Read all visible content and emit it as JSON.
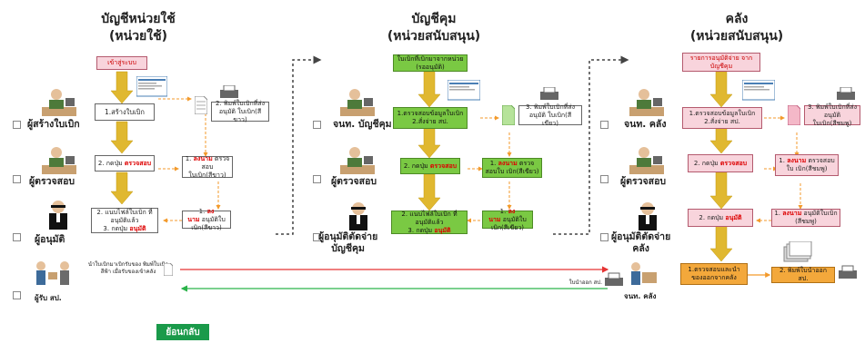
{
  "columns": [
    {
      "title": "บัญชีหน่วยใช้",
      "subtitle": "(หน่วยใช้)"
    },
    {
      "title": "บัญชีคุม",
      "subtitle": "(หน่วยสนับสนุน)"
    },
    {
      "title": "คลัง",
      "subtitle": "(หน่วยสนับสนุน)"
    }
  ],
  "roles": {
    "creator": "ผู้สร้างใบเบิก",
    "checker1": "ผู้ตรวจสอบ",
    "approver1": "ผู้อนุมัติ",
    "receiver": "ผู้รับ สป.",
    "ledger_officer": "จนท. บัญชีคุม",
    "checker2": "ผู้ตรวจสอบ",
    "approver2_l1": "ผู้อนุมัติตัดจ่าย",
    "approver2_l2": "บัญชีคุม",
    "warehouse_officer": "จนท. คลัง",
    "checker3": "ผู้ตรวจสอบ",
    "approver3_l1": "ผู้อนุมัติตัดจ่าย",
    "approver3_l2": "คลัง",
    "warehouse_officer_small": "จนท. คลัง"
  },
  "col1_boxes": {
    "login": "เข้าสู่ระบบ",
    "create": "1.สร้างใบเบิก",
    "check_prefix": "2. กดปุ่ม",
    "check_action": "ตรวจสอบ",
    "approve_l1": "2. แนบไฟล์ใบเบิก ที่อนุมัติแล้ว",
    "approve_prefix": "3. กดปุ่ม",
    "approve_action": "อนุมัติ",
    "print_white": "2. พิมพ์ใบเบิกที่ส่งอนุมัติ ใบเบิก(สีขาว)",
    "sign_prefix": "1.",
    "sign_action": "ลงนาม",
    "sign_rest": "ตรวจสอบ",
    "sign_doc": "ใบเบิก(สีขาว)",
    "approve_sign_prefix": "1.",
    "approve_sign_action": "ลงนาม",
    "approve_sign_rest": "อนุมัติใบ เบิก(สีขาว)"
  },
  "col2_boxes": {
    "receive": "ใบเบิกที่เบิกมาจากหน่วย (รออนุมัติ)",
    "verify_l1": "1.ตรวจสอบข้อมูลใบเบิก",
    "verify_l2": "2.สั่งจ่าย สป.",
    "check_prefix": "2. กดปุ่ม",
    "check_action": "ตรวจสอบ",
    "approve_l1": "2. แนบไฟล์ใบเบิก ที่อนุมัติแล้ว",
    "approve_prefix": "3. กดปุ่ม",
    "approve_action": "อนุมัติ",
    "print_green": "3. พิมพ์ใบเบิกที่ส่งอนุมัติ ใบเบิก(สีเขียว)",
    "sign_prefix": "1.",
    "sign_action": "ลงนาม",
    "sign_rest": "ตรวจสอบใบ เบิก(สีเขียว)",
    "approve_sign_prefix": "1.",
    "approve_sign_action": "ลงนาม",
    "approve_sign_rest": "อนุมัติใบ เบิก(สีเขียว)"
  },
  "col3_boxes": {
    "receive": "รายการอนุมัติจ่าย จากบัญชีคุม",
    "verify_l1": "1.ตรวจสอบข้อมูลใบเบิก",
    "verify_l2": "2.สั่งจ่าย สป.",
    "check_prefix": "2. กดปุ่ม",
    "check_action": "ตรวจสอบ",
    "approve_prefix": "2. กดปุ่ม",
    "approve_action": "อนุมัติ",
    "print_pink": "3. พิมพ์ใบเบิกที่ส่งอนุมัติ ใบเบิก(สีชมพู)",
    "sign_prefix": "1.",
    "sign_action": "ลงนาม",
    "sign_rest": "ตรวจสอบใบ เบิก(สีชมพู)",
    "approve_sign_prefix": "1.",
    "approve_sign_action": "ลงนาม",
    "approve_sign_rest": "อนุมัติใบเบิก (สีชมพู)",
    "dispatch": "1.ตรวจสอบและนำ ของออกจากคลัง",
    "print_out": "2. พิมพ์ใบนำออก สป."
  },
  "receiver_note": "นำใบเบิกมาเบิกรับของ พิมพ์ใบเบิกสีฟ้า เมื่อรับของเข้าคลัง",
  "release_note": "ใบนำออก สป.",
  "back_button": "ย้อนกลับ",
  "colors": {
    "green": "#7ac943",
    "pink": "#f8d4dc",
    "orange": "#f3a83b",
    "arrow": "#e0b830",
    "red_line": "#e53333",
    "green_line": "#2bb34a",
    "back": "#1a9a4a"
  }
}
